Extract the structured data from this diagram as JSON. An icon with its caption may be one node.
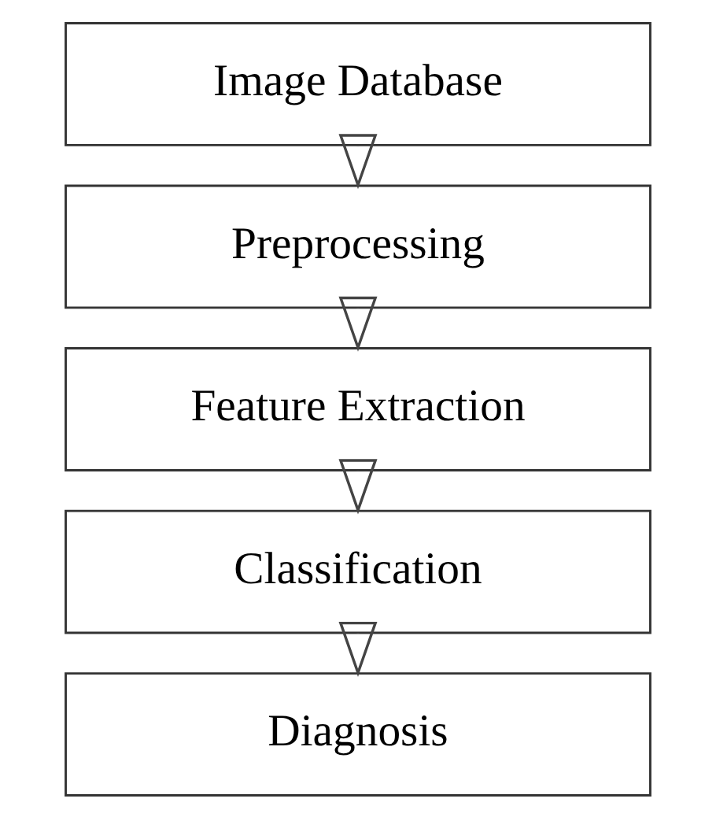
{
  "diagram": {
    "nodes": [
      {
        "text": [
          "Image Database"
        ]
      },
      {
        "text": [
          "Preprocessing"
        ]
      },
      {
        "text": [
          "Feature Extraction"
        ]
      },
      {
        "text": [
          "Classification"
        ]
      },
      {
        "text": [
          "Diagnosis"
        ]
      }
    ],
    "edges": [
      {
        "from": 0,
        "to": 1,
        "arrow": "to"
      },
      {
        "from": 1,
        "to": 2,
        "arrow": "to"
      },
      {
        "from": 2,
        "to": 3,
        "arrow": "to"
      },
      {
        "from": 3,
        "to": 4,
        "arrow": "to"
      }
    ]
  }
}
